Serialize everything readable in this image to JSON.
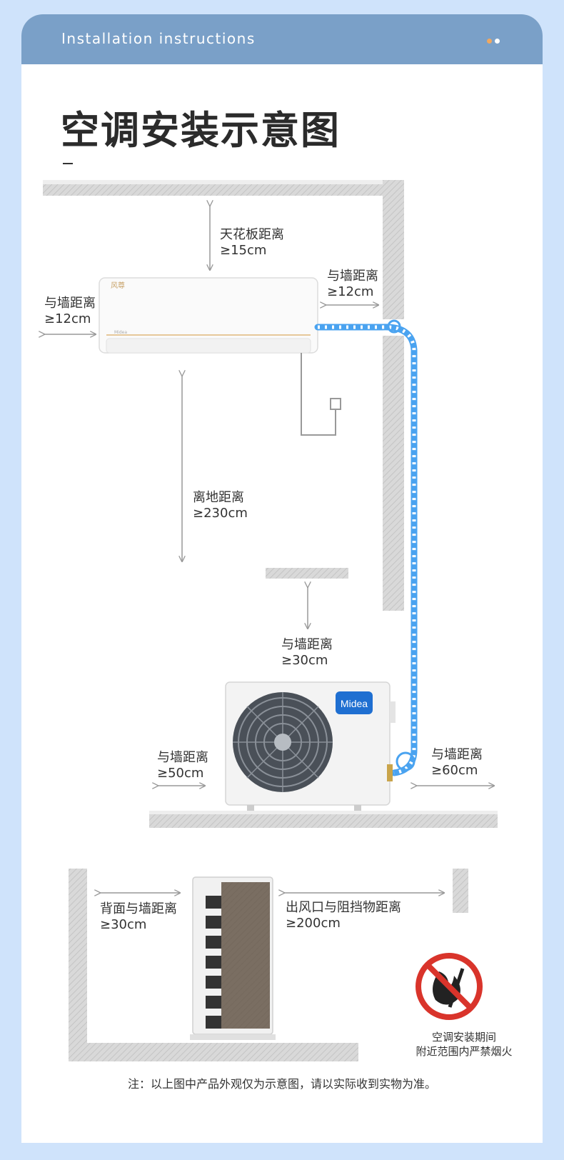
{
  "header": {
    "title": "Installation instructions"
  },
  "page_title": "空调安装示意图",
  "indoor_unit": {
    "brand_mark": "风尊",
    "small_logo": "Midea"
  },
  "outdoor_unit": {
    "logo": "Midea"
  },
  "labels": {
    "ceiling": {
      "line1": "天花板距离",
      "line2": "≥15cm"
    },
    "left_wall": {
      "line1": "与墙距离",
      "line2": "≥12cm"
    },
    "right_wall": {
      "line1": "与墙距离",
      "line2": "≥12cm"
    },
    "floor": {
      "line1": "离地距离",
      "line2": "≥230cm"
    },
    "outdoor_top": {
      "line1": "与墙距离",
      "line2": "≥30cm"
    },
    "outdoor_left": {
      "line1": "与墙距离",
      "line2": "≥50cm"
    },
    "outdoor_right": {
      "line1": "与墙距离",
      "line2": "≥60cm"
    },
    "back_wall": {
      "line1": "背面与墙距离",
      "line2": "≥30cm"
    },
    "air_outlet": {
      "line1": "出风口与阻挡物距离",
      "line2": "≥200cm"
    }
  },
  "warning": {
    "line1": "空调安装期间",
    "line2": "附近范围内严禁烟火",
    "icon": "no-fire-icon"
  },
  "footnote": "注：以上图中产品外观仅为示意图，请以实际收到实物为准。",
  "colors": {
    "header": "#7aa0c8",
    "background": "#cfe3fb",
    "pipe": "#4aa3f0",
    "wall": "#d8d8d8",
    "warning_red": "#d9342b",
    "midea_blue": "#1f6fd1"
  }
}
